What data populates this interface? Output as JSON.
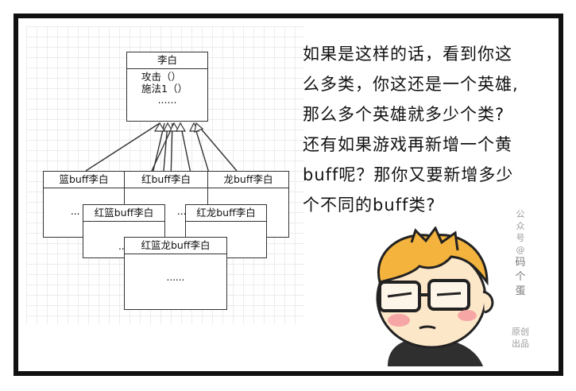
{
  "diagram": {
    "main_class": {
      "name": "李白",
      "methods": [
        "攻击（）",
        "施法1（）"
      ],
      "ellipsis": "......"
    },
    "subclasses": [
      {
        "name": "篮buff李白"
      },
      {
        "name": "红buff李白"
      },
      {
        "name": "龙buff李白"
      }
    ],
    "combo_classes": [
      {
        "name": "红篮buff李白"
      },
      {
        "name": "红龙buff李白"
      }
    ],
    "triple_class": {
      "name": "红篮龙buff李白",
      "ellipsis": "......"
    },
    "row_ellipsis": "..."
  },
  "text_lines": [
    "如果是这样的话，看到你这",
    "么多类，你这还是一个英雄,",
    "那么多个英雄就多少个类?",
    "还有如果游戏再新增一个黄",
    "buff呢？那你又要新增多少",
    "个不同的buff类?"
  ],
  "watermark": {
    "top": [
      "公",
      "众",
      "号",
      "@"
    ],
    "name": [
      "码",
      "个",
      "蛋"
    ],
    "bottom": [
      "原创",
      "出品"
    ]
  }
}
